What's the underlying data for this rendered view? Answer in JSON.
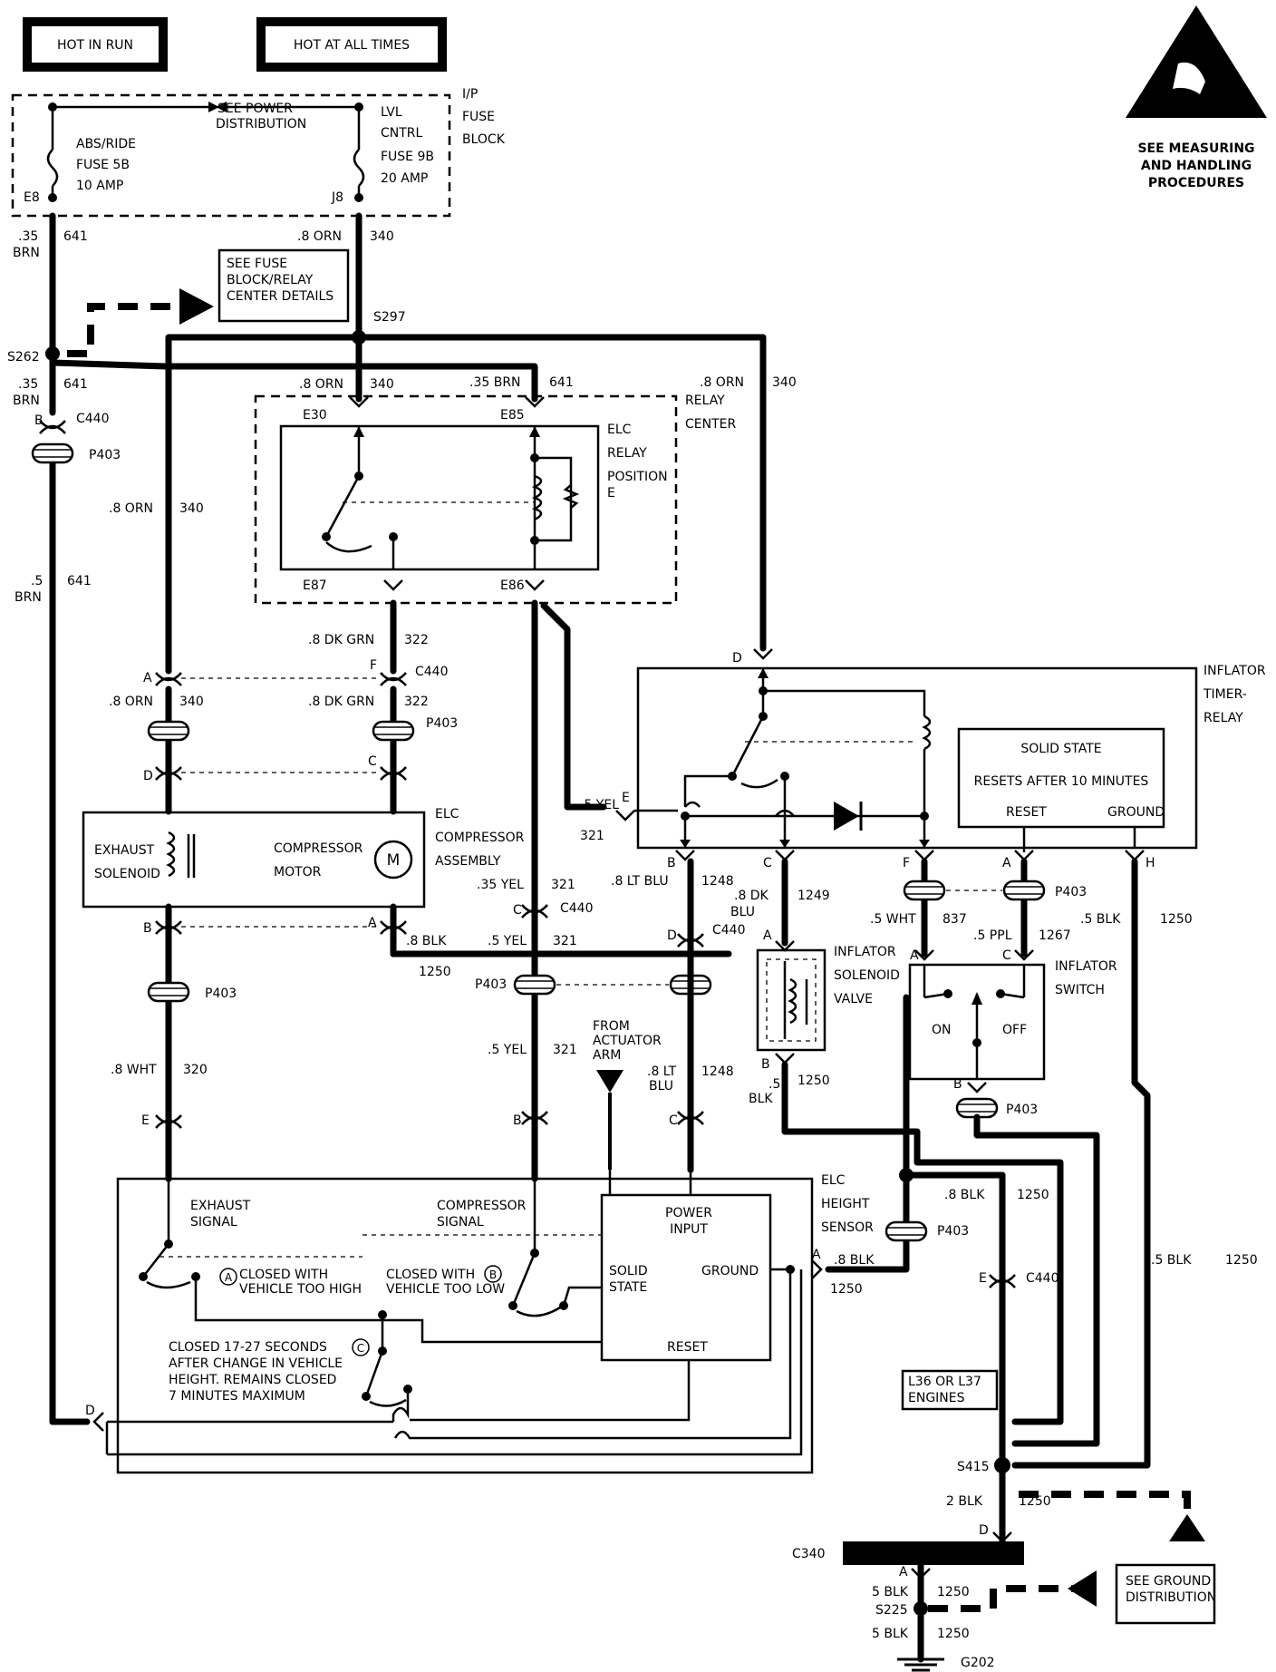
{
  "power": {
    "hot_in_run": "HOT IN RUN",
    "hot_at_all_times": "HOT AT ALL TIMES"
  },
  "warning": {
    "line1": "SEE MEASURING",
    "line2": "AND HANDLING",
    "line3": "PROCEDURES"
  },
  "fuse_block": {
    "l1": "I/P",
    "l2": "FUSE",
    "l3": "BLOCK",
    "see_power_1": "SEE POWER",
    "see_power_2": "DISTRIBUTION",
    "fuse_a_1": "ABS/RIDE",
    "fuse_a_2": "FUSE 5B",
    "fuse_a_3": "10 AMP",
    "fuse_a_term": "E8",
    "fuse_b_1": "LVL",
    "fuse_b_2": "CNTRL",
    "fuse_b_3": "FUSE 9B",
    "fuse_b_4": "20 AMP",
    "fuse_b_term": "J8"
  },
  "see_fuse": {
    "l1": "SEE FUSE",
    "l2": "BLOCK/RELAY",
    "l3": "CENTER DETAILS"
  },
  "splices": {
    "s297": "S297",
    "s262": "S262",
    "s415": "S415",
    "s225": "S225",
    "g202": "G202",
    "c340": "C340"
  },
  "relay_center": {
    "l1": "RELAY",
    "l2": "CENTER",
    "elc1": "ELC",
    "elc2": "RELAY",
    "elc3": "POSITION",
    "elc4": "E",
    "e30": "E30",
    "e85": "E85",
    "e87": "E87",
    "e86": "E86"
  },
  "wires": {
    "w_35brn_a": ".35",
    "w_35brn_b": "BRN",
    "w641": "641",
    "w_8orn": ".8 ORN",
    "w340": "340",
    "w_35brn": ".35 BRN",
    "w_5": ".5",
    "w_brn": "BRN",
    "w_8dkgrn": ".8 DK GRN",
    "w322": "322",
    "w_5yel": ".5 YEL",
    "w321": "321",
    "w_35yel": ".35 YEL",
    "w_8ltblu": ".8 LT BLU",
    "w1248": "1248",
    "w_8lt": ".8 LT",
    "w_blu": "BLU",
    "w_8dk": ".8 DK",
    "w1249": "1249",
    "w_8blk": ".8 BLK",
    "w1250": "1250",
    "w_5blk": ".5 BLK",
    "w_blk": "BLK",
    "w_5wht": ".5 WHT",
    "w837": "837",
    "w_5ppl": ".5 PPL",
    "w1267": "1267",
    "w_8wht": ".8 WHT",
    "w320": "320",
    "w_2blk": "2 BLK",
    "w_5blk2": "5 BLK"
  },
  "connectors": {
    "c440": "C440",
    "p403": "P403",
    "A": "A",
    "B": "B",
    "C": "C",
    "D": "D",
    "E": "E",
    "F": "F",
    "H": "H"
  },
  "compressor": {
    "l1": "ELC",
    "l2": "COMPRESSOR",
    "l3": "ASSEMBLY",
    "exhaust1": "EXHAUST",
    "exhaust2": "SOLENOID",
    "motor1": "COMPRESSOR",
    "motor2": "MOTOR",
    "m": "M"
  },
  "inflator_relay": {
    "l1": "INFLATOR",
    "l2": "TIMER-",
    "l3": "RELAY",
    "ss": "SOLID STATE",
    "resets": "RESETS AFTER 10 MINUTES",
    "reset": "RESET",
    "ground": "GROUND"
  },
  "inflator_valve": {
    "l1": "INFLATOR",
    "l2": "SOLENOID",
    "l3": "VALVE"
  },
  "inflator_switch": {
    "l1": "INFLATOR",
    "l2": "SWITCH",
    "on": "ON",
    "off": "OFF"
  },
  "actuator": {
    "l1": "FROM",
    "l2": "ACTUATOR",
    "l3": "ARM"
  },
  "sensor": {
    "l1": "ELC",
    "l2": "HEIGHT",
    "l3": "SENSOR",
    "exh1": "EXHAUST",
    "exh2": "SIGNAL",
    "comp1": "COMPRESSOR",
    "comp2": "SIGNAL",
    "power1": "POWER",
    "power2": "INPUT",
    "solid1": "SOLID",
    "solid2": "STATE",
    "ground": "GROUND",
    "reset": "RESET",
    "closed_a1": "CLOSED WITH",
    "closed_a2": "VEHICLE TOO HIGH",
    "a": "A",
    "closed_b1": "CLOSED WITH",
    "closed_b2": "VEHICLE TOO LOW",
    "b": "B",
    "closed_c1": "CLOSED 17-27 SECONDS",
    "closed_c2": "AFTER CHANGE IN VEHICLE",
    "closed_c3": "HEIGHT. REMAINS CLOSED",
    "closed_c4": "7 MINUTES MAXIMUM",
    "c": "C"
  },
  "engines": {
    "l1": "L36 OR L37",
    "l2": "ENGINES"
  },
  "ground_dist": {
    "l1": "SEE GROUND",
    "l2": "DISTRIBUTION"
  }
}
